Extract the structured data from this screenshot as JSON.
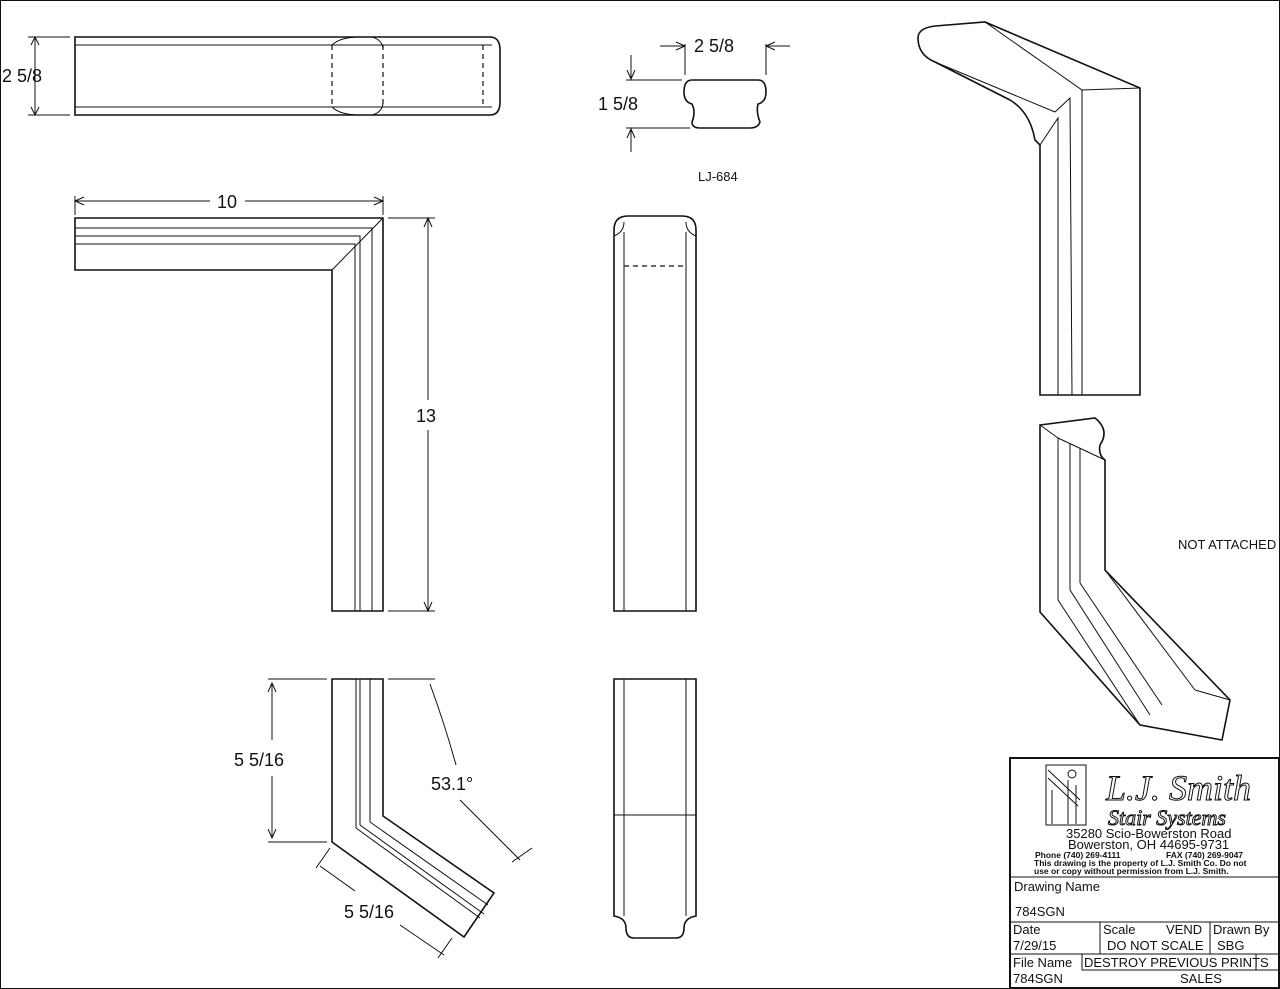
{
  "dimensions": {
    "end_width": "2 5/8",
    "profile_width": "2 5/8",
    "profile_height": "1 5/8",
    "profile_name": "LJ-684",
    "horizontal_length": "10",
    "vertical_length": "13",
    "leg_vertical": "5 5/16",
    "leg_angled": "5 5/16",
    "angle": "53.1°"
  },
  "notes": {
    "not_attached": "NOT ATTACHED"
  },
  "title_block": {
    "company_line1": "L.J. Smith",
    "company_line2": "Stair Systems",
    "address1": "35280 Scio-Bowerston Road",
    "address2": "Bowerston, OH 44695-9731",
    "phone": "Phone (740) 269-4111",
    "fax": "FAX (740) 269-9047",
    "notice1": "This drawing is the property of L.J. Smith Co. Do not",
    "notice2": "use or copy without permission from L.J. Smith.",
    "drawing_name_label": "Drawing Name",
    "drawing_name": "784SGN",
    "date_label": "Date",
    "date": "7/29/15",
    "scale_label": "Scale",
    "scale_vend": "VEND",
    "scale_value": "DO NOT SCALE",
    "drawn_by_label": "Drawn By",
    "drawn_by": "SBG",
    "file_name_label": "File Name",
    "file_name": "784SGN",
    "destroy_note": "DESTROY PREVIOUS PRINTS",
    "sales": "SALES"
  }
}
